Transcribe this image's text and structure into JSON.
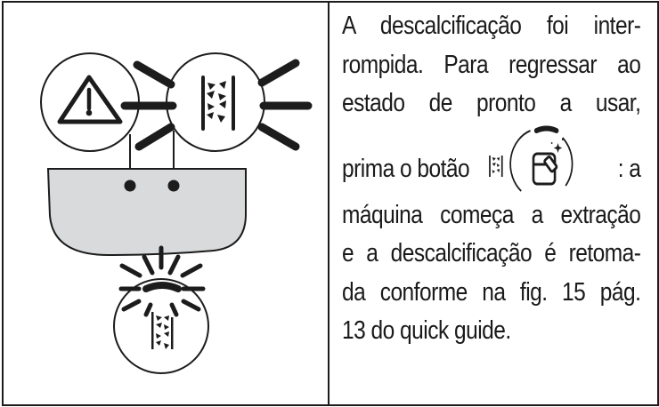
{
  "illustration": {
    "description": "Machine panel with warning indicator and descaling indicator flashing; button with descaling icon flashing below",
    "icons": [
      "warning-triangle-icon",
      "descaling-icon",
      "descale-button-icon"
    ],
    "panel_color": "#d9dadb",
    "stroke_color": "#1c1c1c"
  },
  "text": {
    "lines": [
      "A descalcificação foi inter-",
      "rompida. Para regressar ao",
      "estado de pronto a usar,",
      "prima o botão",
      ": a",
      "máquina começa a extração",
      "e a descalcificação é retoma-",
      "da conforme na fig. 15 pág.",
      "13 do quick guide."
    ],
    "inline_icon": "descale-button-icon"
  }
}
